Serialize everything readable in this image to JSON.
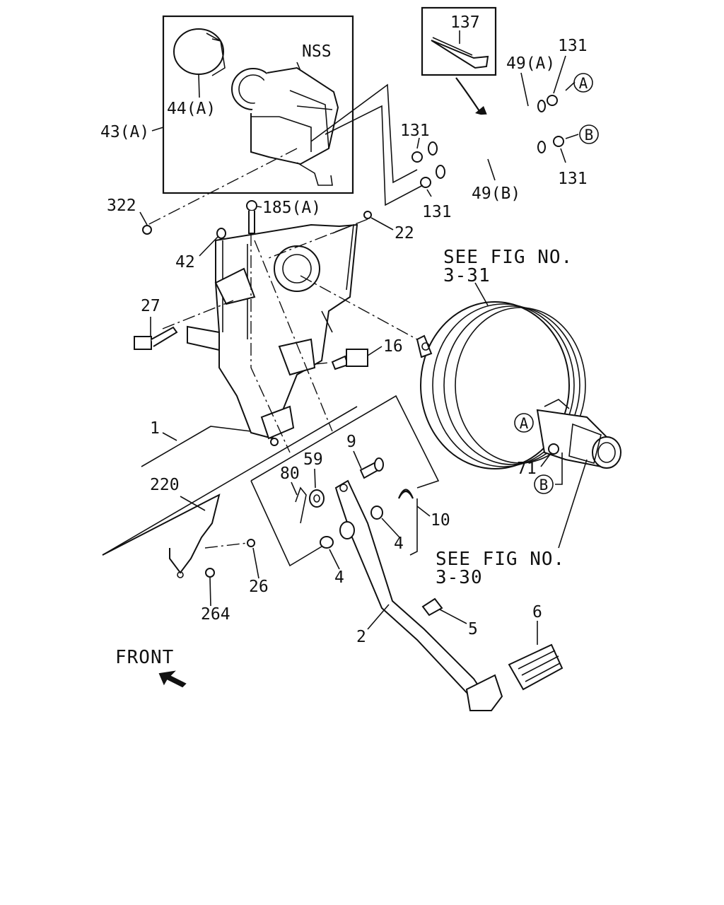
{
  "front": {
    "label": "FRONT"
  },
  "refs": {
    "booster": {
      "line1": "SEE FIG NO.",
      "line2": "3-31"
    },
    "master_cylinder": {
      "line1": "SEE FIG NO.",
      "line2": "3-30"
    }
  },
  "callouts": {
    "c137": "137",
    "c131_a": "131",
    "c131_b": "131",
    "c131_c": "131",
    "c131_d": "131",
    "c49a": "49(A)",
    "c49b": "49(B)",
    "nss": "NSS",
    "c44a": "44(A)",
    "c43a": "43(A)",
    "c322": "322",
    "c185a": "185(A)",
    "c22": "22",
    "c42": "42",
    "c27": "27",
    "c16": "16",
    "c1": "1",
    "c9": "9",
    "c80": "80",
    "c59": "59",
    "c10": "10",
    "c4_a": "4",
    "c4_b": "4",
    "c220": "220",
    "c26": "26",
    "c264": "264",
    "c2": "2",
    "c5": "5",
    "c6": "6",
    "c71": "71"
  },
  "markers": {
    "a_top": "A",
    "b_top": "B",
    "a_booster": "A",
    "b_booster": "B"
  }
}
